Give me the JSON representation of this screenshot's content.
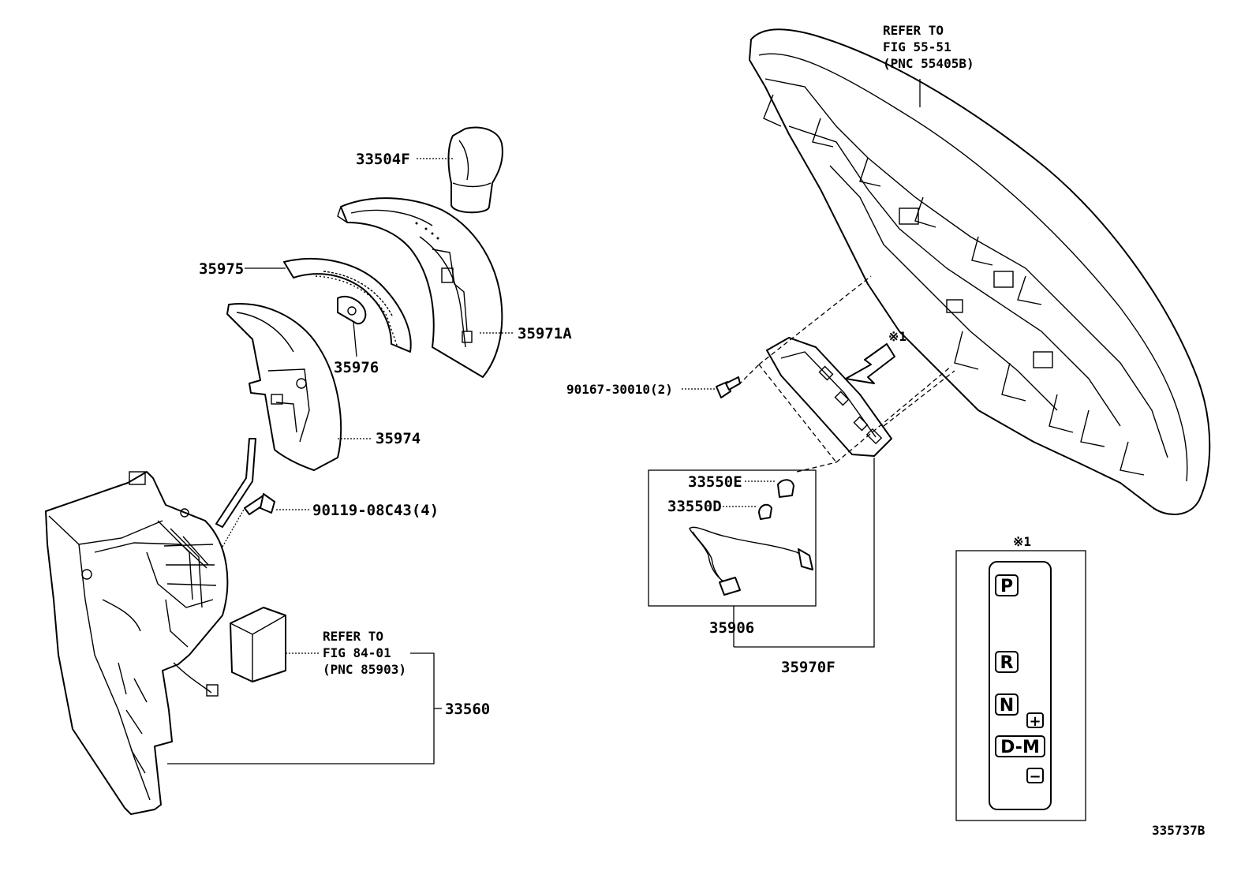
{
  "labels": {
    "p33504F": "33504F",
    "p35975": "35975",
    "p35971A": "35971A",
    "p35976": "35976",
    "p35974": "35974",
    "p90119": "90119-08C43(4)",
    "p33560": "33560",
    "p90167": "90167-30010(2)",
    "p33550E": "33550E",
    "p33550D": "33550D",
    "p35906": "35906",
    "p35970F": "35970F"
  },
  "refer_top": {
    "line1": "REFER TO",
    "line2": "FIG 55-51",
    "line3": "(PNC 55405B)"
  },
  "refer_bottom": {
    "line1": "REFER TO",
    "line2": "FIG 84-01",
    "line3": "(PNC 85903)"
  },
  "note_mark": "※1",
  "detail": {
    "title": "※1",
    "indicators": [
      "P",
      "R",
      "N",
      "D-M",
      "+",
      "−"
    ]
  },
  "figure_id": "335737B"
}
